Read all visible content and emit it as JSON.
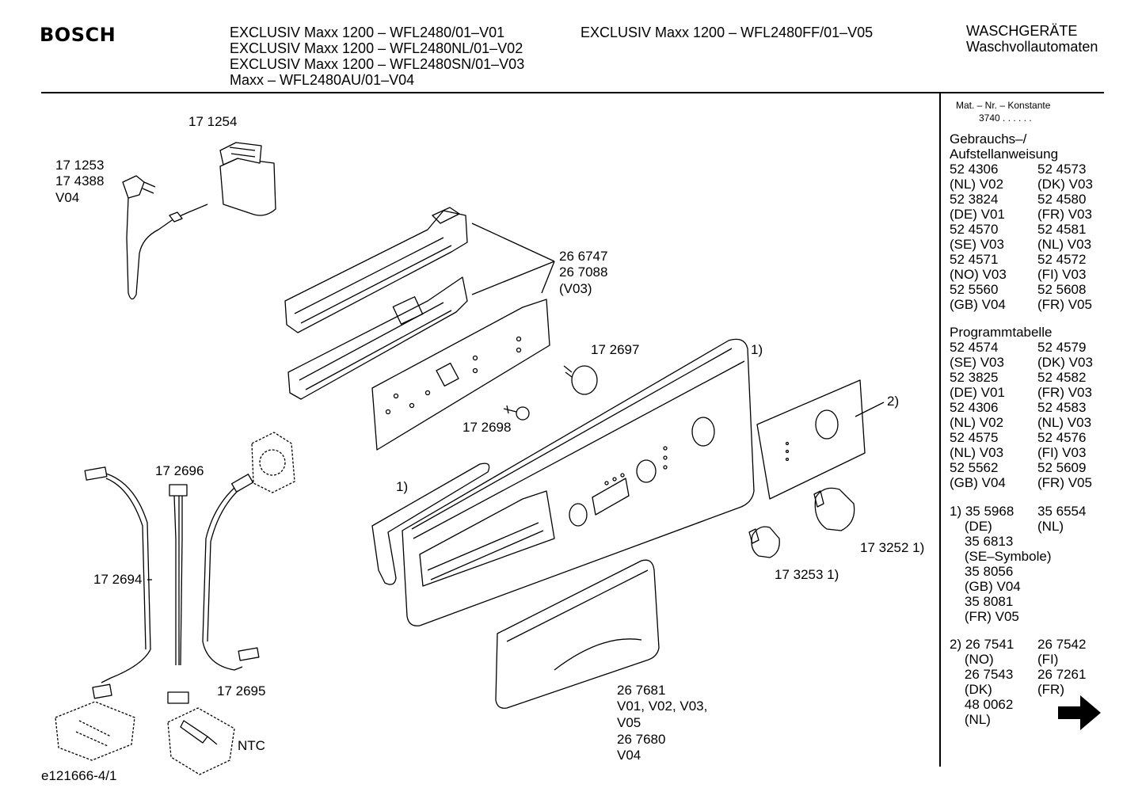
{
  "header": {
    "brand": "BOSCH",
    "models_left": [
      "EXCLUSIV Maxx 1200 – WFL2480/01–V01",
      "EXCLUSIV Maxx 1200 – WFL2480NL/01–V02",
      "EXCLUSIV Maxx 1200 – WFL2480SN/01–V03",
      "Maxx – WFL2480AU/01–V04"
    ],
    "model_right": "EXCLUSIV Maxx 1200 – WFL2480FF/01–V05",
    "category": "WASCHGERÄTE",
    "subcategory": "Waschvollautomaten"
  },
  "side": {
    "mat_title": "Mat. – Nr. – Konstante",
    "mat_value": "3740 . . . . . .",
    "manual_title_1": "Gebrauchs–/",
    "manual_title_2": "Aufstellanweisung",
    "manual_rows": [
      [
        "52 4306",
        "52 4573"
      ],
      [
        "(NL) V02",
        "(DK) V03"
      ],
      [
        "52 3824",
        "52 4580"
      ],
      [
        "(DE) V01",
        "(FR) V03"
      ],
      [
        "52 4570",
        "52 4581"
      ],
      [
        "(SE) V03",
        "(NL) V03"
      ],
      [
        "52 4571",
        "52 4572"
      ],
      [
        "(NO) V03",
        "(FI) V03"
      ],
      [
        "52 5560",
        "52 5608"
      ],
      [
        "(GB) V04",
        "(FR) V05"
      ]
    ],
    "program_title": "Programmtabelle",
    "program_rows": [
      [
        "52 4574",
        "52 4579"
      ],
      [
        "(SE) V03",
        "(DK) V03"
      ],
      [
        "52 3825",
        "52 4582"
      ],
      [
        "(DE) V01",
        "(FR) V03"
      ],
      [
        "52 4306",
        "52 4583"
      ],
      [
        "(NL) V02",
        "(NL) V03"
      ],
      [
        "52 4575",
        "52 4576"
      ],
      [
        "(NL) V03",
        "(FI) V03"
      ],
      [
        "52 5562",
        "52 5609"
      ],
      [
        "(GB) V04",
        "(FR) V05"
      ]
    ],
    "note1_rows": [
      [
        "1) 35 5968",
        "35 6554"
      ],
      [
        "    (DE)",
        "(NL)"
      ],
      [
        "    35 6813",
        ""
      ],
      [
        "    (SE–Symbole)",
        ""
      ],
      [
        "    35 8056",
        ""
      ],
      [
        "    (GB) V04",
        ""
      ],
      [
        "    35 8081",
        ""
      ],
      [
        "    (FR) V05",
        ""
      ]
    ],
    "note2_rows": [
      [
        "2) 26 7541",
        "26 7542"
      ],
      [
        "    (NO)",
        "(FI)"
      ],
      [
        "    26 7543",
        "26 7261"
      ],
      [
        "    (DK)",
        "(FR)"
      ],
      [
        "    48 0062",
        ""
      ],
      [
        "    (NL)",
        ""
      ]
    ]
  },
  "labels": {
    "p171254": "17 1254",
    "p171253": "17 1253",
    "p174388": "17 4388",
    "v04_plug": "V04",
    "p266747": "26 6747",
    "p267088": "26 7088",
    "v03": "(V03)",
    "p172697": "17 2697",
    "p172698": "17 2698",
    "p172696": "17 2696",
    "p172694": "17 2694",
    "p172695": "17 2695",
    "ntc": "NTC",
    "note1_top": "1)",
    "note1_left": "1)",
    "note2": "2)",
    "p173252": "17 3252 1)",
    "p173253": "17 3253 1)",
    "p267681": "26 7681",
    "variants": "V01, V02, V03,",
    "v05": "V05",
    "p267680": "26 7680",
    "v04_drawer": "V04",
    "footer_code": "e121666-4/1"
  }
}
